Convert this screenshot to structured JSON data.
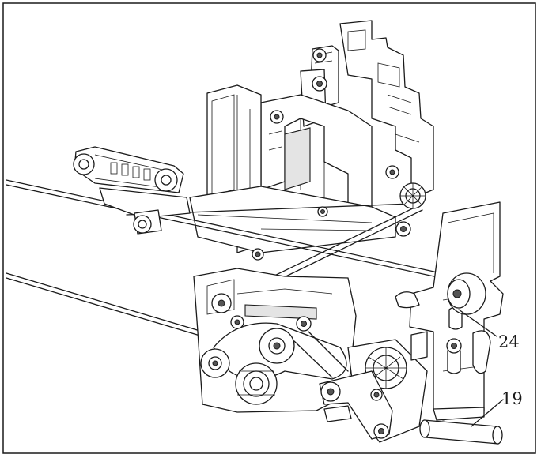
{
  "figure": {
    "callouts": [
      {
        "id": "callout-24",
        "text": "24"
      },
      {
        "id": "callout-19",
        "text": "19"
      }
    ],
    "colors": {
      "line": "#1a1a1a",
      "background": "#ffffff",
      "shade": "#e4e4e4"
    }
  }
}
